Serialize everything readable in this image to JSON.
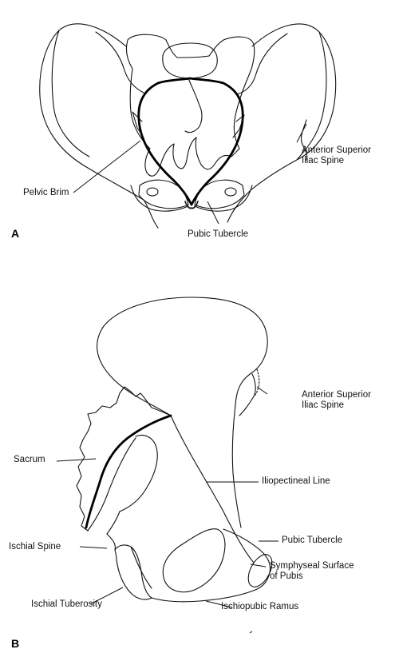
{
  "figure_a": {
    "letter": "A",
    "labels": {
      "anterior_superior_iliac_spine": [
        "Anterior Superior",
        "Iliac Spine"
      ],
      "pelvic_brim": "Pelvic Brim",
      "pubic_tubercle": "Pubic Tubercle"
    }
  },
  "figure_b": {
    "letter": "B",
    "labels": {
      "anterior_superior_iliac_spine": [
        "Anterior Superior",
        "Iliac Spine"
      ],
      "sacrum": "Sacrum",
      "iliopectineal_line": "Iliopectineal Line",
      "pubic_tubercle": "Pubic Tubercle",
      "symphyseal_surface": [
        "Symphyseal Surface",
        "of Pubis"
      ],
      "ischial_spine": "Ischial Spine",
      "ischial_tuberosity": "Ischial Tuberosity",
      "ischiopubic_ramus": "Ischiopubic Ramus"
    }
  },
  "colors": {
    "ink": "#111111",
    "background": "#ffffff"
  }
}
